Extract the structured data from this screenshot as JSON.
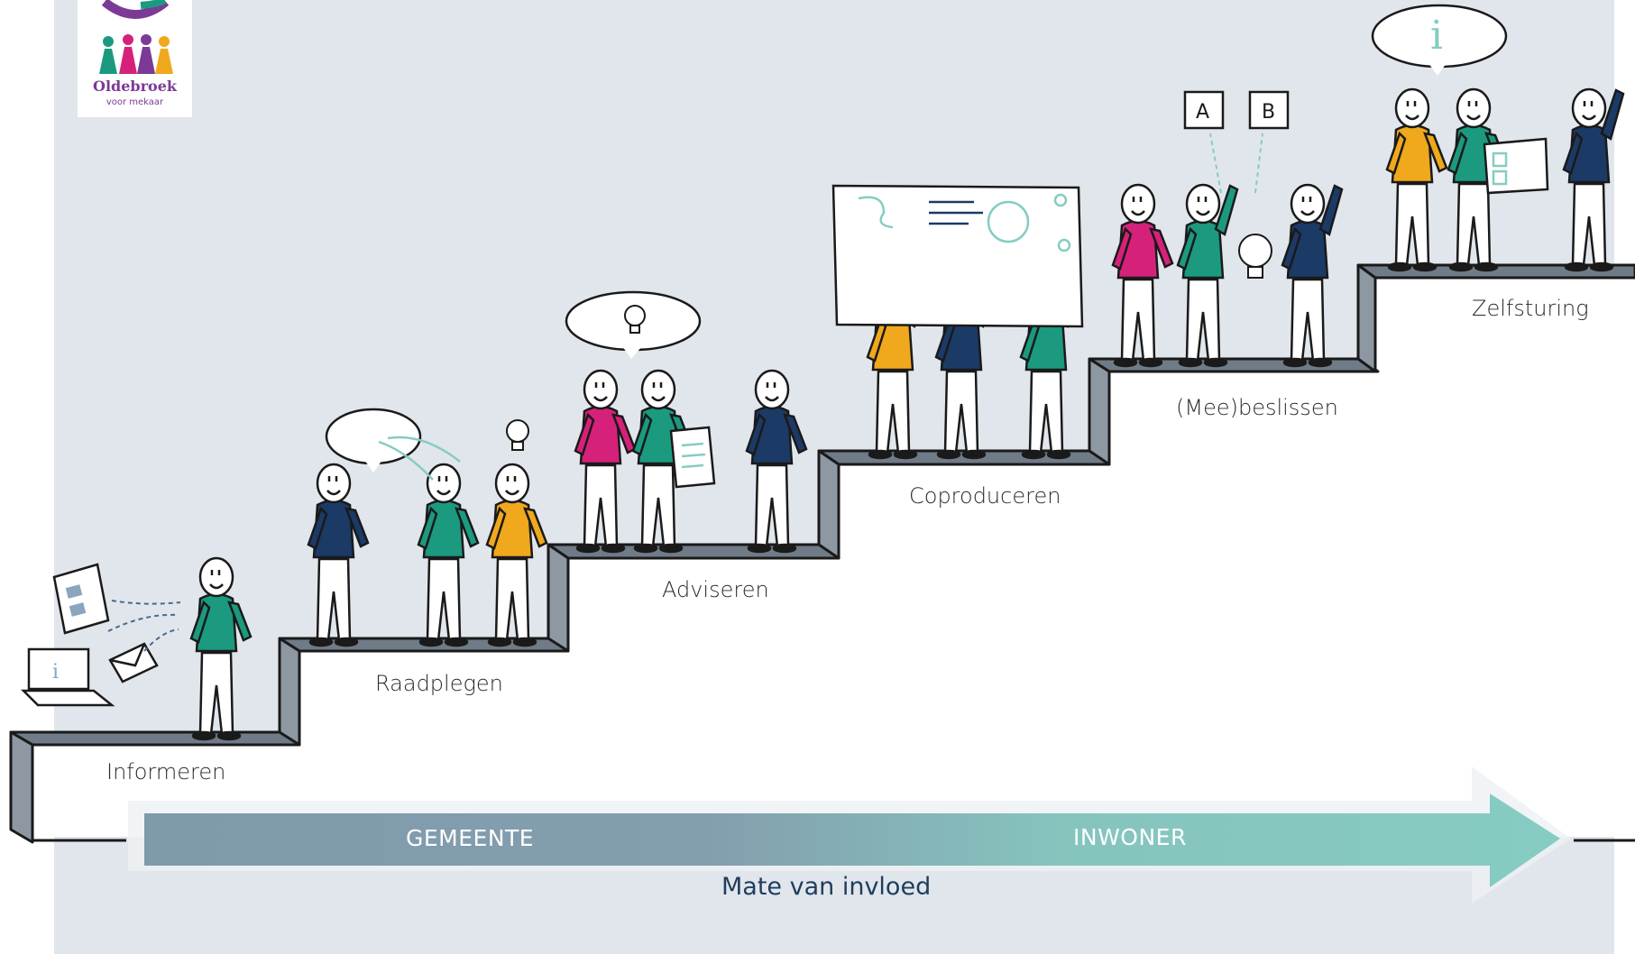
{
  "logo": {
    "brand": "Oldebroek",
    "sub": "voor mekaar"
  },
  "steps": [
    {
      "label": "Informeren"
    },
    {
      "label": "Raadplegen"
    },
    {
      "label": "Adviseren"
    },
    {
      "label": "Coproduceren"
    },
    {
      "label": "(Mee)beslissen"
    },
    {
      "label": "Zelfsturing"
    }
  ],
  "arrow": {
    "left": "GEMEENTE",
    "right": "INWONER",
    "caption": "Mate van invloed"
  },
  "ballot": {
    "a": "A",
    "b": "B"
  },
  "colors": {
    "background_panel": "#e1e6ec",
    "stair_top": "#6f7b86",
    "stair_side": "#8d98a3",
    "arrow_start": "#7f9aab",
    "arrow_end": "#86ccc2",
    "navy": "#1b3a66",
    "green": "#1b9a80",
    "magenta": "#d6217b",
    "orange": "#f0a81c"
  }
}
